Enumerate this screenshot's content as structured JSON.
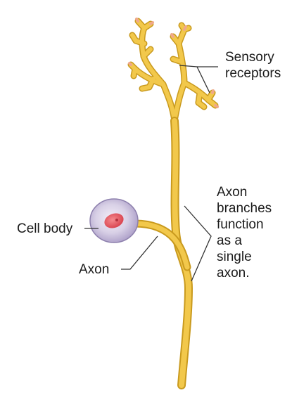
{
  "labels": {
    "sensory_receptors": [
      "Sensory",
      "receptors"
    ],
    "cell_body": "Cell body",
    "axon": "Axon",
    "axon_branches": [
      "Axon",
      "branches",
      "function",
      "as a",
      "single",
      "axon."
    ]
  },
  "colors": {
    "axon": "#f2c84b",
    "axon_edge": "#c99a1e",
    "axon_tip": "#efa88c",
    "cell_membrane": "#ccc2df",
    "cell_membrane_edge": "#8d80ad",
    "nucleus": "#e8606a",
    "leader_line": "#333333"
  }
}
